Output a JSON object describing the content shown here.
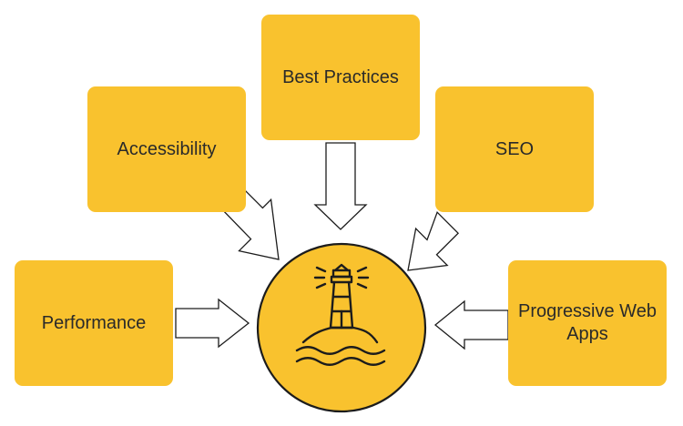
{
  "theme": {
    "box_color": "#f9c22e",
    "circle_color": "#f9c22e",
    "stroke_color": "#1c1c1c",
    "text_color": "#2a2a2a",
    "background": "#ffffff"
  },
  "center": {
    "icon": "lighthouse-icon"
  },
  "categories": {
    "best_practices": "Best Practices",
    "accessibility": "Accessibility",
    "seo": "SEO",
    "performance": "Performance",
    "pwa": "Progressive Web Apps"
  }
}
